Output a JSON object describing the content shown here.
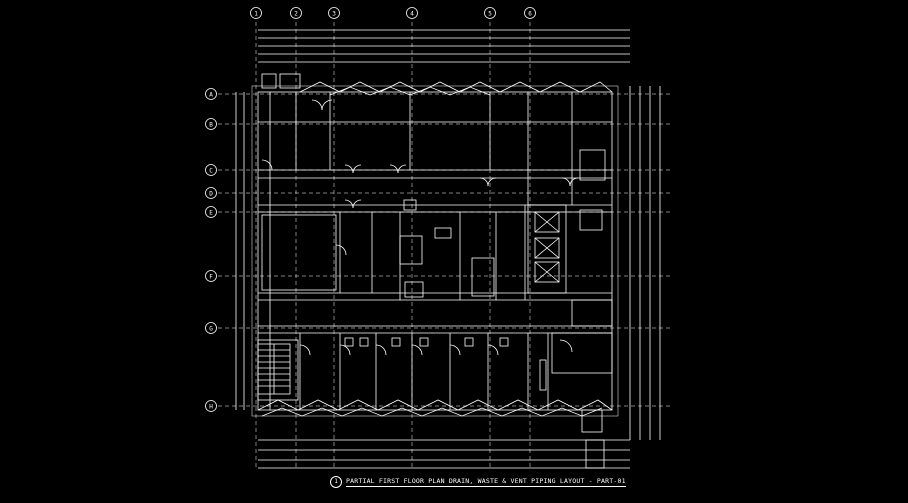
{
  "drawing": {
    "caption": "PARTIAL FIRST FLOOR PLAN DRAIN, WASTE & VENT PIPING LAYOUT - PART-01",
    "caption_marker": "1",
    "colors": {
      "background": "#000000",
      "lines": "#ffffff"
    }
  },
  "grid": {
    "columns": [
      "1",
      "2",
      "3",
      "4",
      "5",
      "6"
    ],
    "rows": [
      "A",
      "B",
      "C",
      "D",
      "E",
      "F",
      "G",
      "H"
    ]
  }
}
